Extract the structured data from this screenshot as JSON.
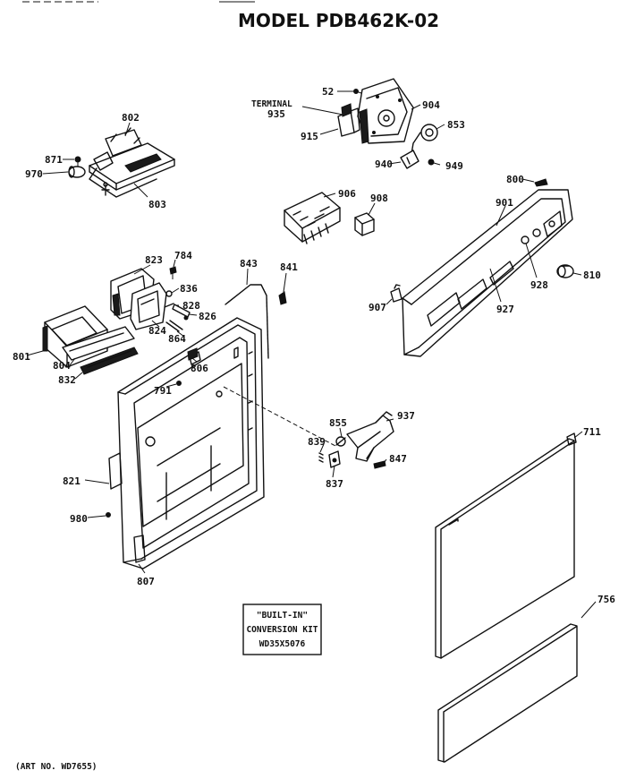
{
  "title": "MODEL PDB462K-02",
  "art_number": "(ART NO. WD7655)",
  "terminal_label": "TERMINAL",
  "conversion_kit": {
    "line1": "\"BUILT-IN\"",
    "line2": "CONVERSION KIT",
    "line3": "WD35X5076"
  },
  "callouts": {
    "c52": "52",
    "c904": "904",
    "c935": "935",
    "c853": "853",
    "c915": "915",
    "c940": "940",
    "c949": "949",
    "c802": "802",
    "c871": "871",
    "c970": "970",
    "c803": "803",
    "c906": "906",
    "c908": "908",
    "c800": "800",
    "c901": "901",
    "c823": "823",
    "c784": "784",
    "c843": "843",
    "c841": "841",
    "c836": "836",
    "c828": "828",
    "c826": "826",
    "c824": "824",
    "c864": "864",
    "c801": "801",
    "c804": "804",
    "c832": "832",
    "c806": "806",
    "c791": "791",
    "c907": "907",
    "c928": "928",
    "c810": "810",
    "c927": "927",
    "c937": "937",
    "c855": "855",
    "c839": "839",
    "c847": "847",
    "c837": "837",
    "c821": "821",
    "c980": "980",
    "c807": "807",
    "c711": "711",
    "c756": "756"
  }
}
